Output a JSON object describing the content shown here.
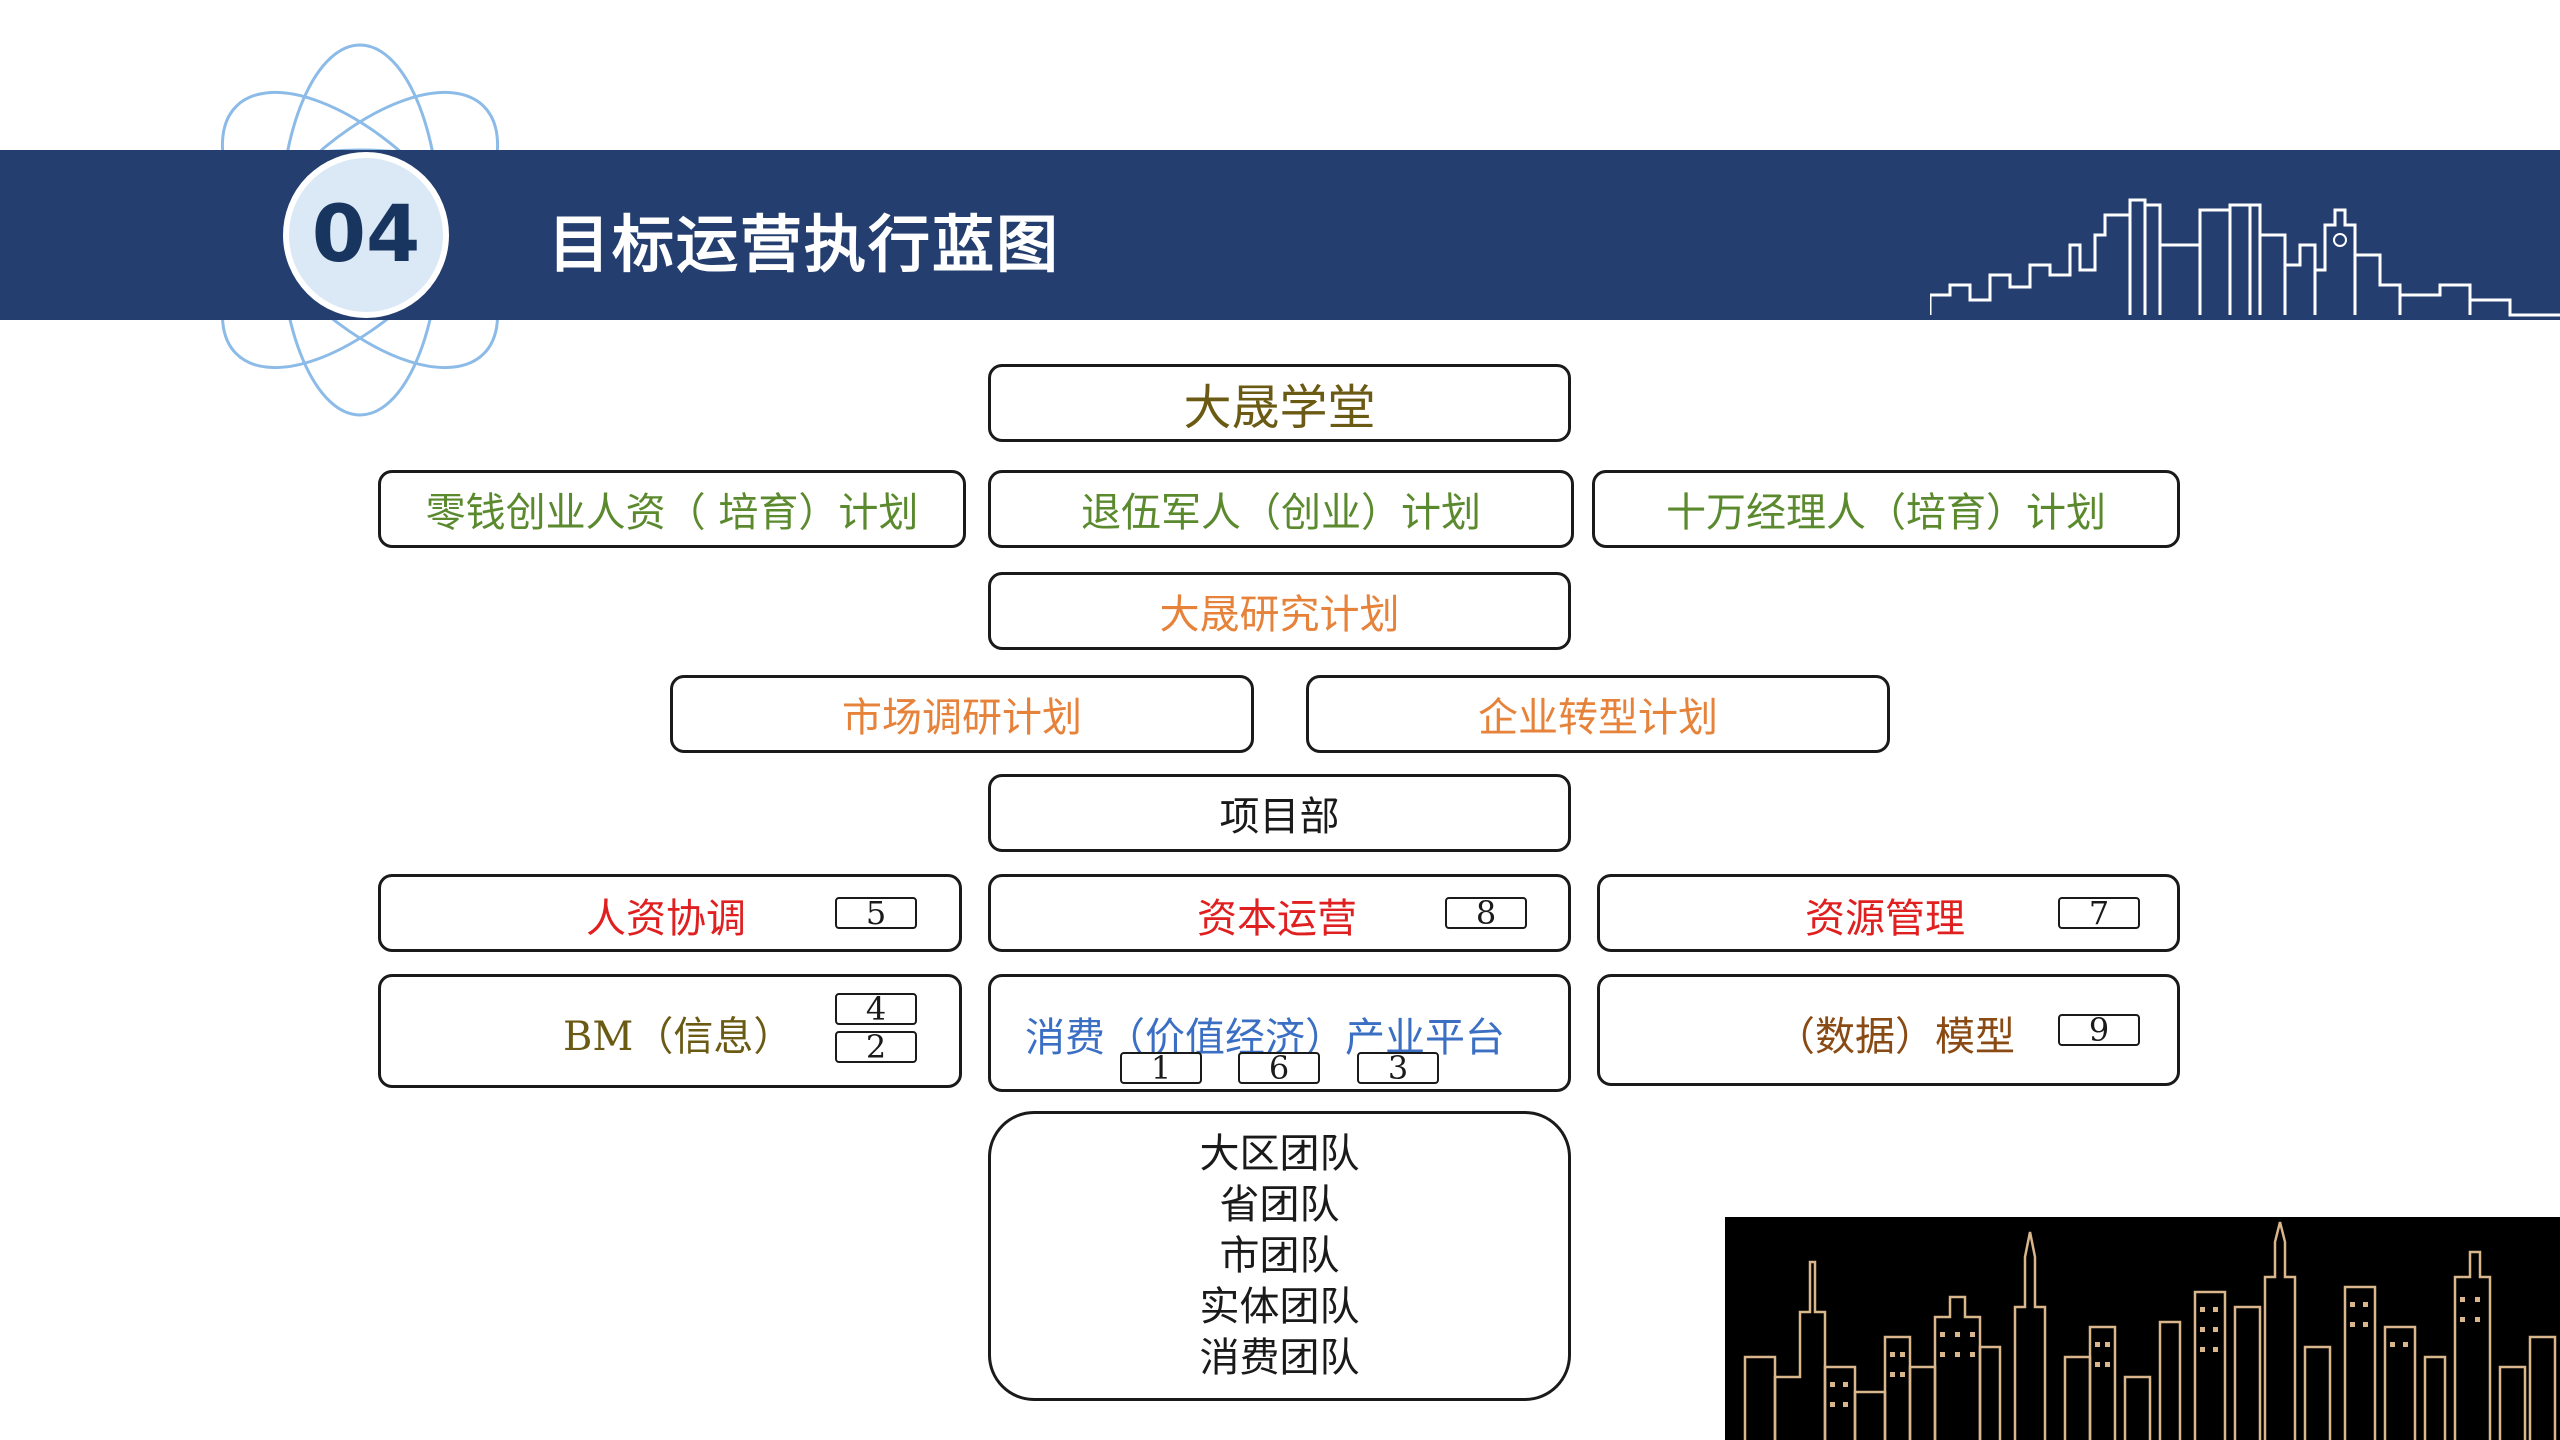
{
  "header": {
    "section_number": "04",
    "title": "目标运营执行蓝图"
  },
  "diagram": {
    "academy": "大晟学堂",
    "plans_row": [
      "零钱创业人资（ 培育）计划",
      "退伍军人（创业）计划",
      "十万经理人（培育）计划"
    ],
    "research": "大晟研究计划",
    "research_sub": [
      "市场调研计划",
      "企业转型计划"
    ],
    "project_dept": "项目部",
    "functions": [
      {
        "label": "人资协调",
        "mark": "5"
      },
      {
        "label": "资本运营",
        "mark": "8"
      },
      {
        "label": "资源管理",
        "mark": "7"
      }
    ],
    "bm": {
      "label": "BM（信息）",
      "marks": [
        "4",
        "2"
      ]
    },
    "platform": {
      "label": "消费（价值经济）产业平台",
      "marks": [
        "1",
        "6",
        "3"
      ]
    },
    "model": {
      "label": "（数据）模型",
      "mark": "9"
    },
    "teams": [
      "大区团队",
      "省团队",
      "市团队",
      "实体团队",
      "消费团队"
    ]
  },
  "colors": {
    "banner": "#243f6f",
    "olive": "#6b5a14",
    "green": "#5b8a2e",
    "orange": "#e6823a",
    "red": "#e02020",
    "blue": "#3b6fc4",
    "brown": "#8a4a14"
  }
}
